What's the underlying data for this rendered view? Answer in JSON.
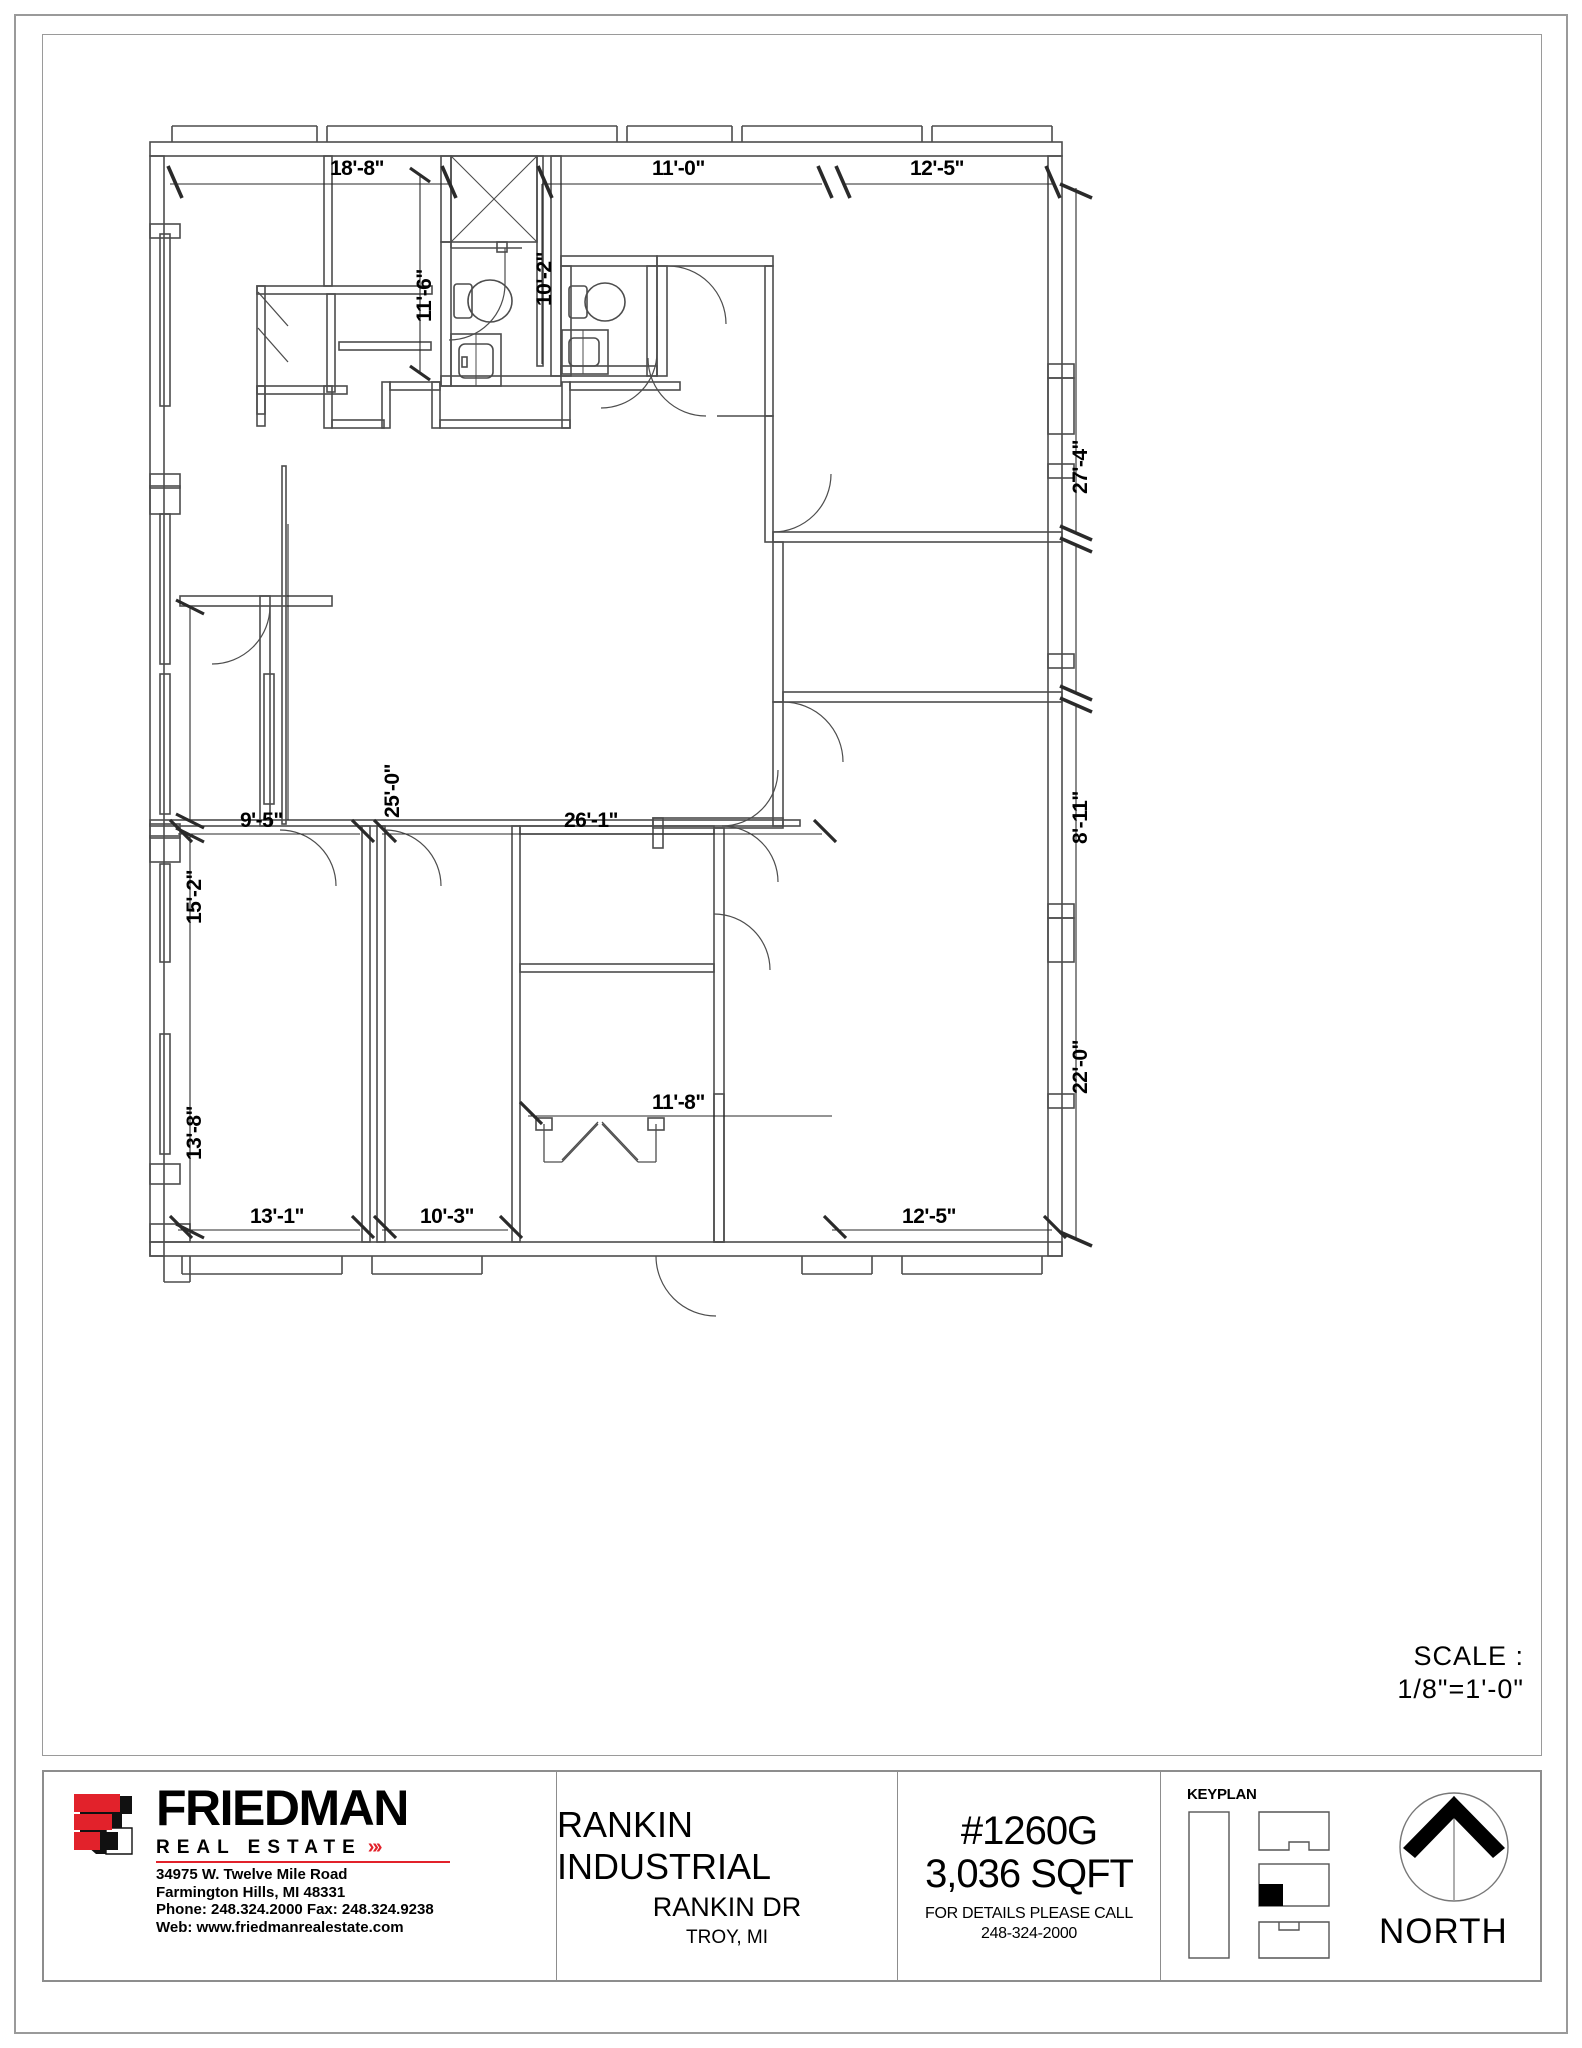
{
  "document": {
    "type": "architectural-floor-plan",
    "scale_label": "SCALE :",
    "scale_value": "1/8\"=1'-0\""
  },
  "dimensions": {
    "top": [
      {
        "label": "18'-8\"",
        "orientation": "horizontal"
      },
      {
        "label": "11'-0\"",
        "orientation": "horizontal"
      },
      {
        "label": "12'-5\"",
        "orientation": "horizontal"
      }
    ],
    "upper_vertical": [
      {
        "label": "11'-6\"",
        "orientation": "vertical"
      },
      {
        "label": "10'-2\"",
        "orientation": "vertical"
      },
      {
        "label": "27'-4\"",
        "orientation": "vertical"
      }
    ],
    "left": [
      {
        "label": "25'-0\"",
        "orientation": "vertical"
      },
      {
        "label": "15'-2\"",
        "orientation": "vertical"
      },
      {
        "label": "13'-8\"",
        "orientation": "vertical"
      }
    ],
    "right": [
      {
        "label": "8'-11\"",
        "orientation": "vertical"
      },
      {
        "label": "22'-0\"",
        "orientation": "vertical"
      }
    ],
    "middle": [
      {
        "label": "9'-5\"",
        "orientation": "horizontal"
      },
      {
        "label": "26'-1\"",
        "orientation": "horizontal"
      }
    ],
    "bottom": [
      {
        "label": "13'-1\"",
        "orientation": "horizontal"
      },
      {
        "label": "10'-3\"",
        "orientation": "horizontal"
      },
      {
        "label": "11'-8\"",
        "orientation": "horizontal"
      },
      {
        "label": "12'-5\"",
        "orientation": "horizontal"
      }
    ]
  },
  "titleblock": {
    "logo": {
      "company": "FRIEDMAN",
      "tagline": "REAL ESTATE",
      "chevrons": "»›",
      "mark_red": "#e2222b",
      "mark_black": "#111111"
    },
    "address": {
      "line1": "34975 W. Twelve Mile Road",
      "line2": "Farmington Hills, MI 48331",
      "line3": "Phone: 248.324.2000  Fax: 248.324.9238",
      "line4": "Web: www.friedmanrealestate.com"
    },
    "property": {
      "name": "RANKIN INDUSTRIAL",
      "street": "RANKIN DR",
      "city": "TROY, MI"
    },
    "suite": {
      "number": "#1260G",
      "area": "3,036 SQFT",
      "call_note": "FOR DETAILS PLEASE CALL",
      "phone": "248-324-2000"
    },
    "keyplan": {
      "label": "KEYPLAN"
    },
    "compass": {
      "label": "NORTH"
    }
  },
  "colors": {
    "wall": "#000000",
    "thin_line": "#5a5a5a",
    "border": "#9a9a9a",
    "accent_red": "#e2222b",
    "background": "#ffffff"
  }
}
